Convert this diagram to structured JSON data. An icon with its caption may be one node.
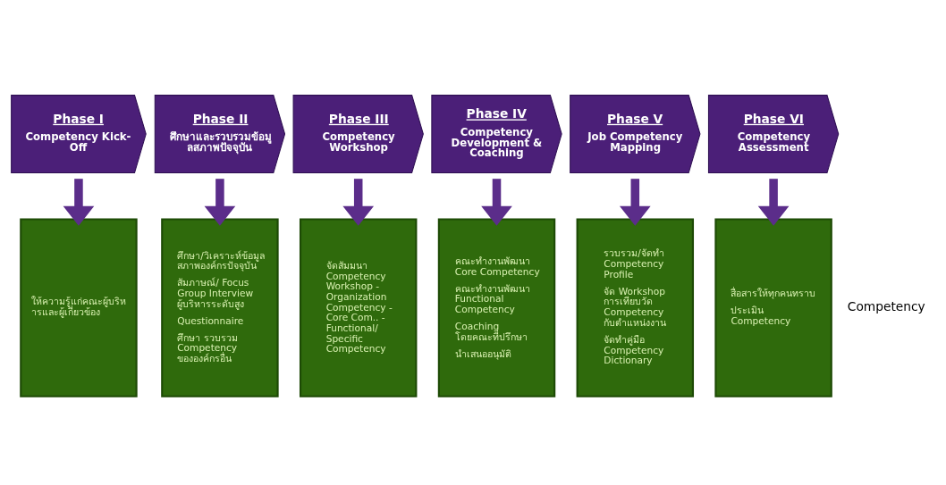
{
  "diagram": {
    "nodes": [
      {
        "text": [
          "Phase I",
          "Competency Kick-Off"
        ]
      },
      {
        "text": [
          "Phase II",
          "ศึกษาและรวบรวมข้อมูลสภาพปัจจุบัน"
        ]
      },
      {
        "text": [
          "Phase III",
          "Competency Workshop"
        ]
      },
      {
        "text": [
          "Phase IV",
          "Competency Development & Coaching"
        ]
      },
      {
        "text": [
          "Phase V",
          "Job Competency Mapping"
        ]
      },
      {
        "text": [
          "Phase VI",
          "Competency Assessment"
        ]
      },
      {
        "text": [
          "ให้ความรู้แก่คณะผู้บริหารและผู้เกี่ยวข้อง"
        ]
      },
      {
        "text": [
          "ศึกษา/วิเคราะห์ข้อมูลสภาพองค์กรปัจจุบัน",
          "สัมภาษณ์/ Focus Group Interview ผู้บริหารระดับสูง",
          "Questionnaire",
          "ศึกษา รวบรวม Competency ขององค์กรอื่น"
        ]
      },
      {
        "text": [
          "จัดสัมมนา Competency Workshop - Organization Competency - Core Com.. - Functional/ Specific Competency"
        ]
      },
      {
        "text": [
          "คณะทำงานพัฒนา Core Competency",
          "คณะทำงานพัฒนา Functional Competency",
          "Coaching โดยคณะที่ปรึกษา",
          "นำเสนออนุมัติ"
        ]
      },
      {
        "text": [
          "รวบรวม/จัดทำ Competency Profile",
          "จัด Workshop การเทียบวัด Competency กับตำแหน่งงาน",
          "จัดทำคู่มือ Competency Dictionary"
        ]
      },
      {
        "text": [
          "สื่อสารให้ทุกคนทราบ",
          "ประเมิน Competency"
        ]
      }
    ],
    "edges": [
      {
        "from": 0,
        "to": 6,
        "arrow": "to"
      },
      {
        "from": 1,
        "to": 7,
        "arrow": "to"
      },
      {
        "from": 2,
        "to": 8,
        "arrow": "to"
      },
      {
        "from": 3,
        "to": 9,
        "arrow": "to"
      },
      {
        "from": 4,
        "to": 10,
        "arrow": "to"
      },
      {
        "from": 5,
        "to": 11,
        "arrow": "to"
      }
    ],
    "labels": [
      "Competency"
    ]
  }
}
